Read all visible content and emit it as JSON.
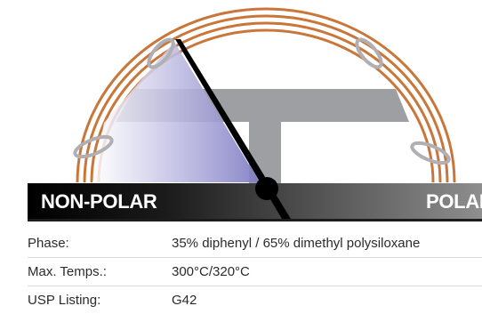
{
  "scale": {
    "left_label": "NON-POLAR",
    "right_label": "POLAR",
    "indicator_level": 0.55,
    "colors": {
      "coil": "#c8763a",
      "band": "#9d9fa3",
      "gradient_start": "#7f7bc4",
      "bar_dark": "#000000"
    }
  },
  "specs": [
    {
      "label": "Phase:",
      "value": "35% diphenyl / 65% dimethyl polysiloxane"
    },
    {
      "label": "Max. Temps.:",
      "value": "300°C/320°C"
    },
    {
      "label": "USP Listing:",
      "value": "G42"
    }
  ]
}
